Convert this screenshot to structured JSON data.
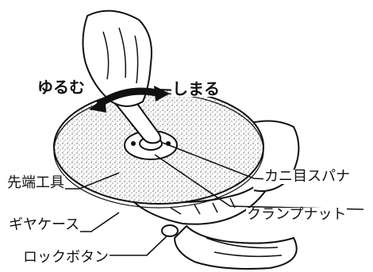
{
  "labels": {
    "loosen": "ゆるむ",
    "tighten": "しまる",
    "wrench": "カニ目スパナ",
    "tip_tool": "先端工具",
    "clamp_nut": "クランプナット",
    "gear_case": "ギヤケース",
    "lock_button": "ロックボタン"
  },
  "colors": {
    "ink": "#111111",
    "paper": "#ffffff",
    "grit": "#555555"
  },
  "icons": [
    "double-headed-rotation-arrow-icon"
  ]
}
